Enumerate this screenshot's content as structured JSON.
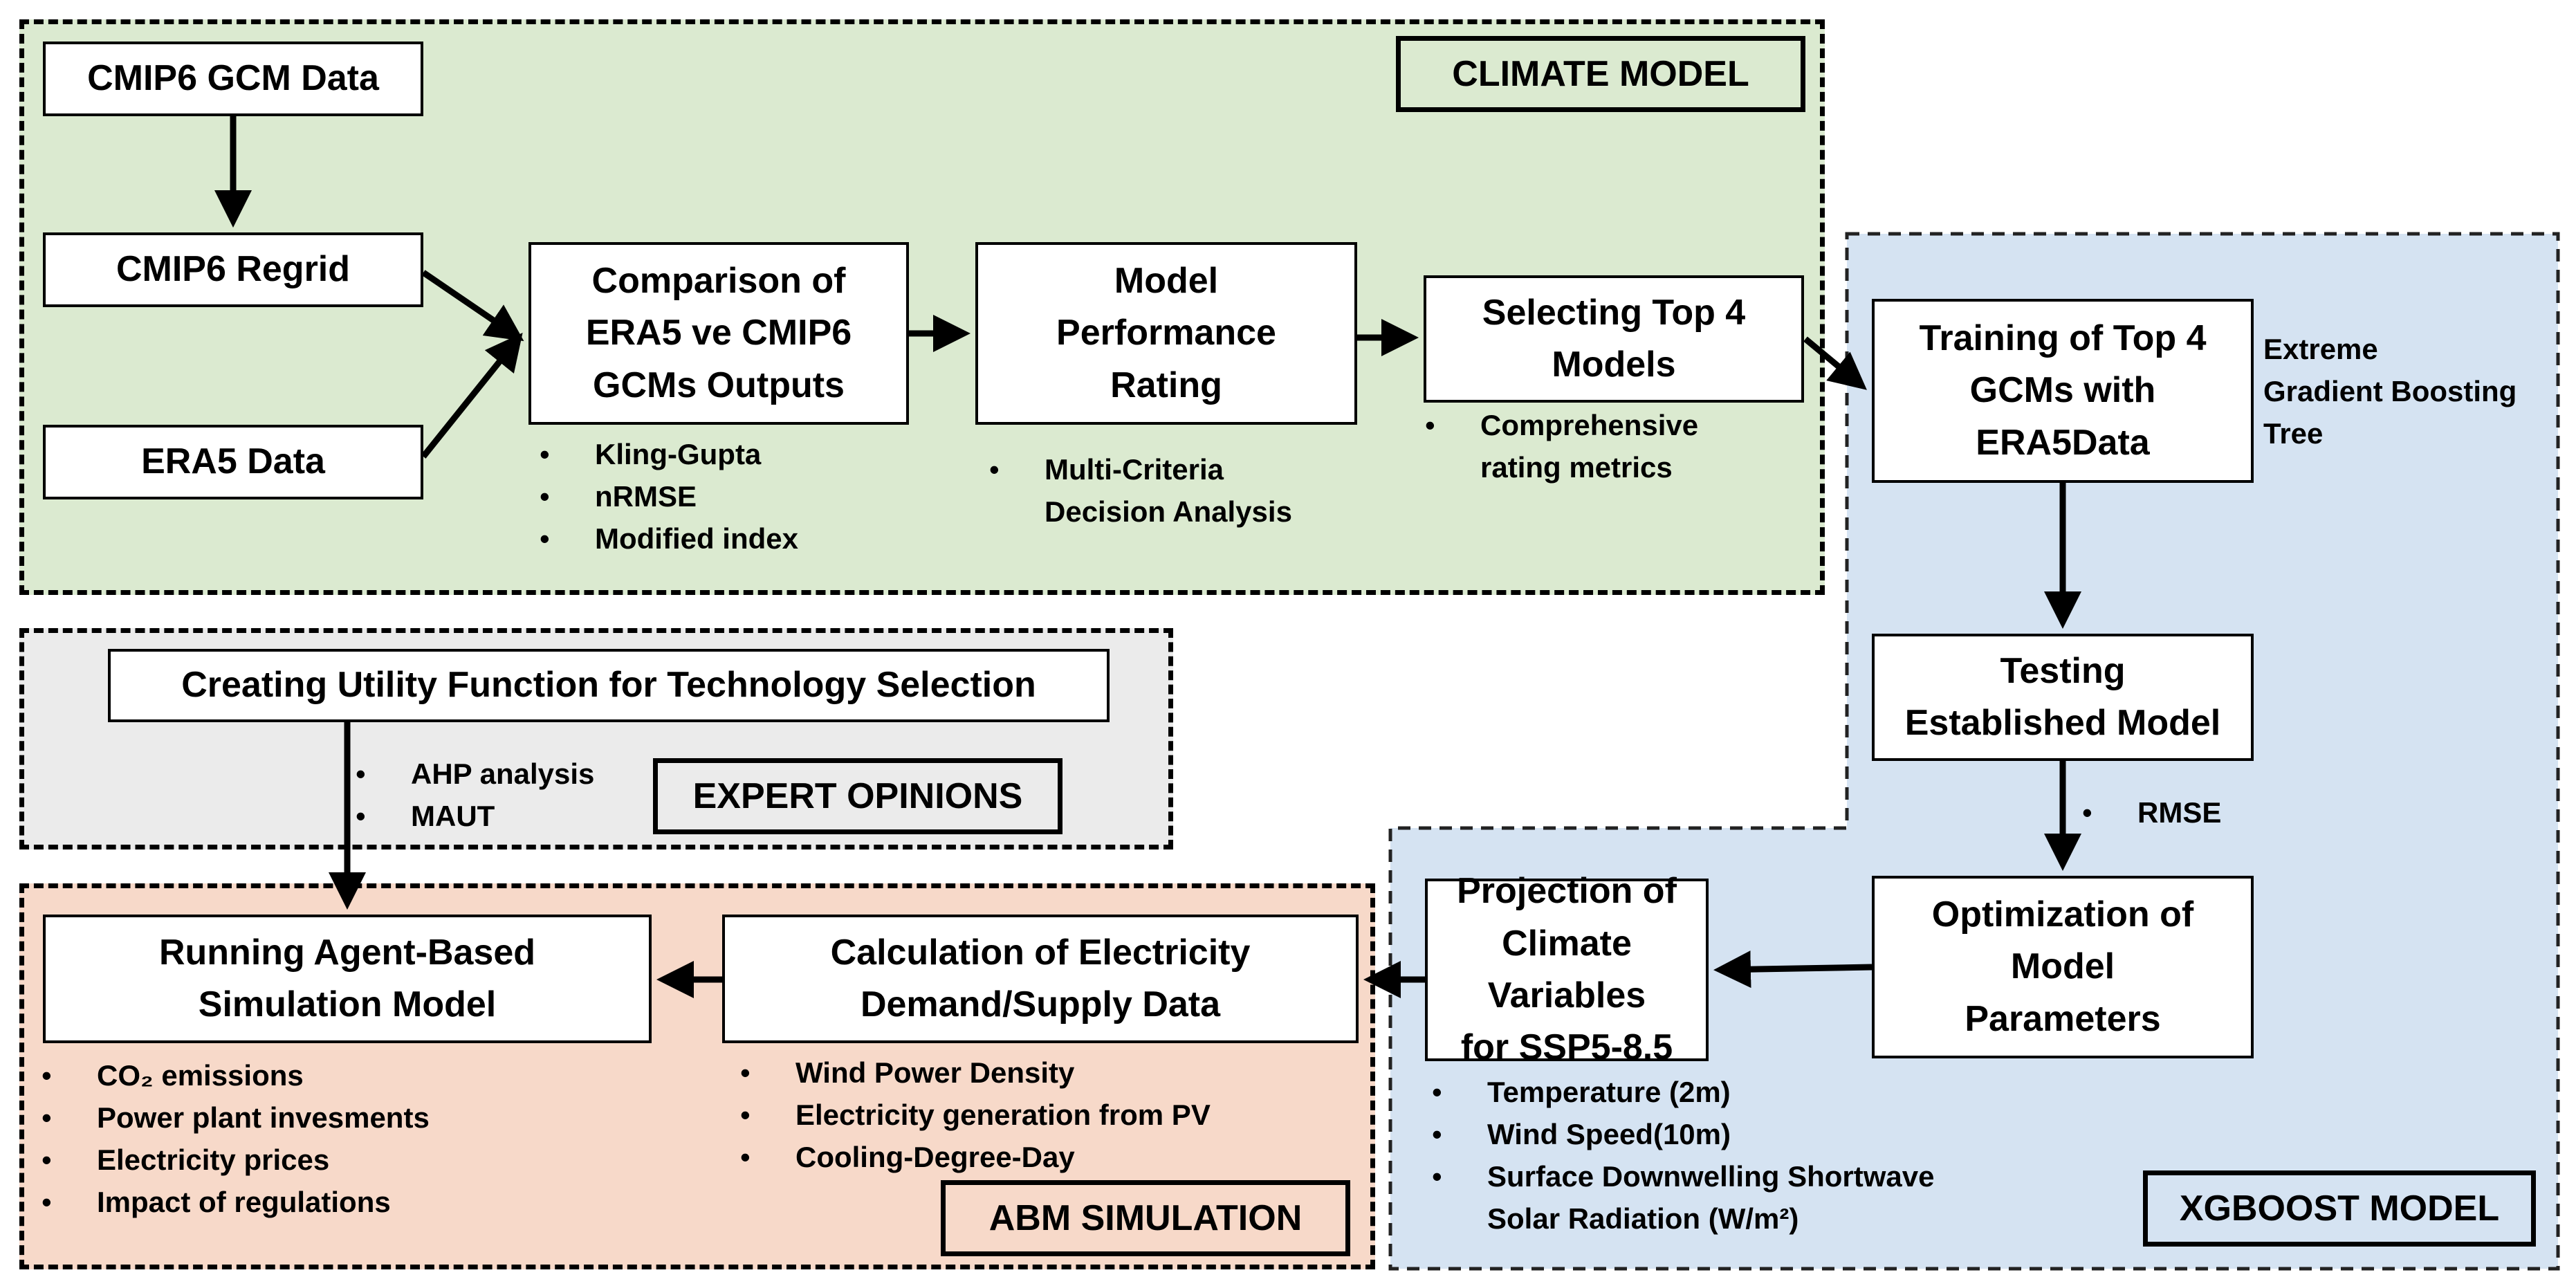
{
  "regions": {
    "climate_model": "CLIMATE MODEL",
    "expert_opinions": "EXPERT OPINIONS",
    "abm_simulation": "ABM SIMULATION",
    "xgboost_model": "XGBOOST MODEL"
  },
  "colors": {
    "climate_bg": "#dbead0",
    "expert_bg": "#ebebeb",
    "abm_bg": "#f7d9c9",
    "xgboost_bg": "#d5e3f2"
  },
  "nodes": {
    "cmip6_gcm_data": "CMIP6 GCM Data",
    "cmip6_regrid": "CMIP6 Regrid",
    "era5_data": "ERA5 Data",
    "comparison": "Comparison of\nERA5 ve CMIP6\nGCMs Outputs",
    "model_performance": "Model\nPerformance\nRating",
    "selecting_top4": "Selecting Top 4\nModels",
    "training_top4": "Training of Top 4\nGCMs with\nERA5Data",
    "testing_model": "Testing\nEstablished Model",
    "optimization": "Optimization of\nModel\nParameters",
    "projection": "Projection of\nClimate Variables\nfor SSP5-8.5",
    "calculation": "Calculation of Electricity\nDemand/Supply Data",
    "running_abm": "Running Agent-Based\nSimulation Model",
    "utility_function": "Creating Utility Function for Technology Selection"
  },
  "bullets": {
    "comparison": [
      "Kling-Gupta",
      "nRMSE",
      "Modified index"
    ],
    "model_performance": [
      "Multi-Criteria\nDecision Analysis"
    ],
    "selecting_top4": [
      "Comprehensive\nrating metrics"
    ],
    "testing_model": [
      "RMSE"
    ],
    "utility_function": [
      "AHP analysis",
      "MAUT"
    ],
    "projection": [
      "Temperature (2m)",
      "Wind Speed(10m)",
      "Surface Downwelling Shortwave\nSolar Radiation (W/m²)"
    ],
    "calculation": [
      "Wind Power Density",
      "Electricity generation from PV",
      "Cooling-Degree-Day"
    ],
    "running_abm": [
      "CO₂ emissions",
      "Power plant invesments",
      "Electricity prices",
      "Impact of regulations"
    ]
  },
  "notes": {
    "xgboost_method": "Extreme\nGradient Boosting\nTree"
  }
}
